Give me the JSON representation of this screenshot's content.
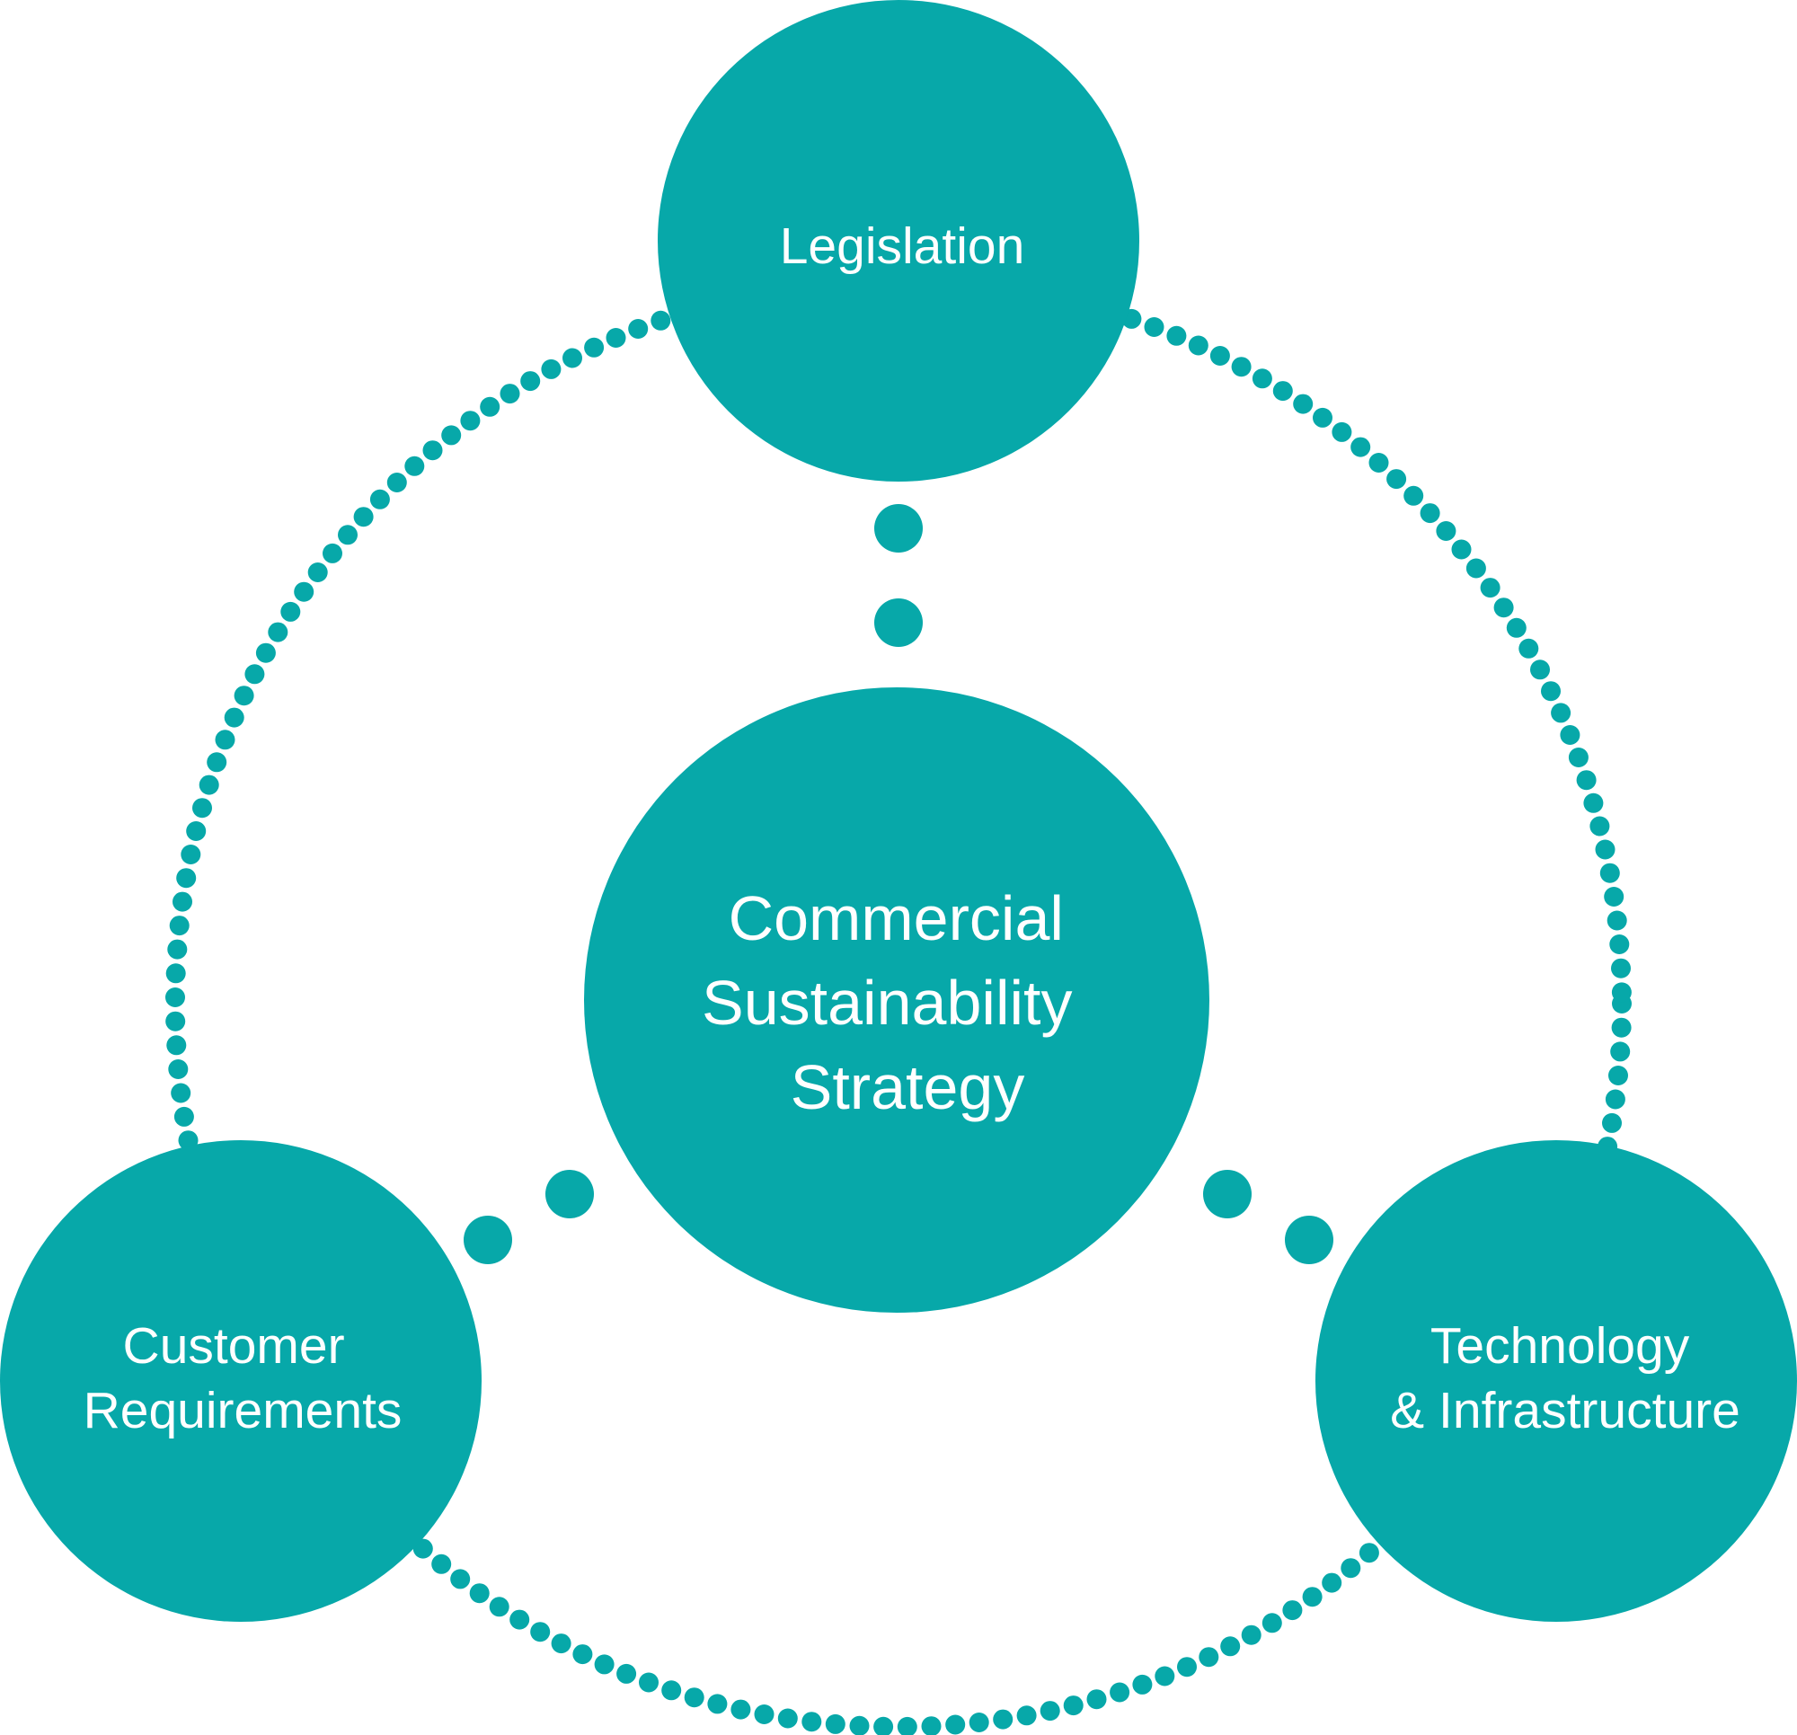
{
  "colors": {
    "primary": "#07a8a9",
    "text": "#ffffff",
    "background": "#ffffff"
  },
  "center": {
    "lines": [
      "Commercial",
      "Sustainability",
      "Strategy"
    ]
  },
  "legislation": {
    "lines": [
      "Legislation"
    ]
  },
  "customer": {
    "lines": [
      "Customer",
      "Requirements"
    ]
  },
  "technology": {
    "lines": [
      "Technology",
      "& Infrastructure"
    ]
  }
}
